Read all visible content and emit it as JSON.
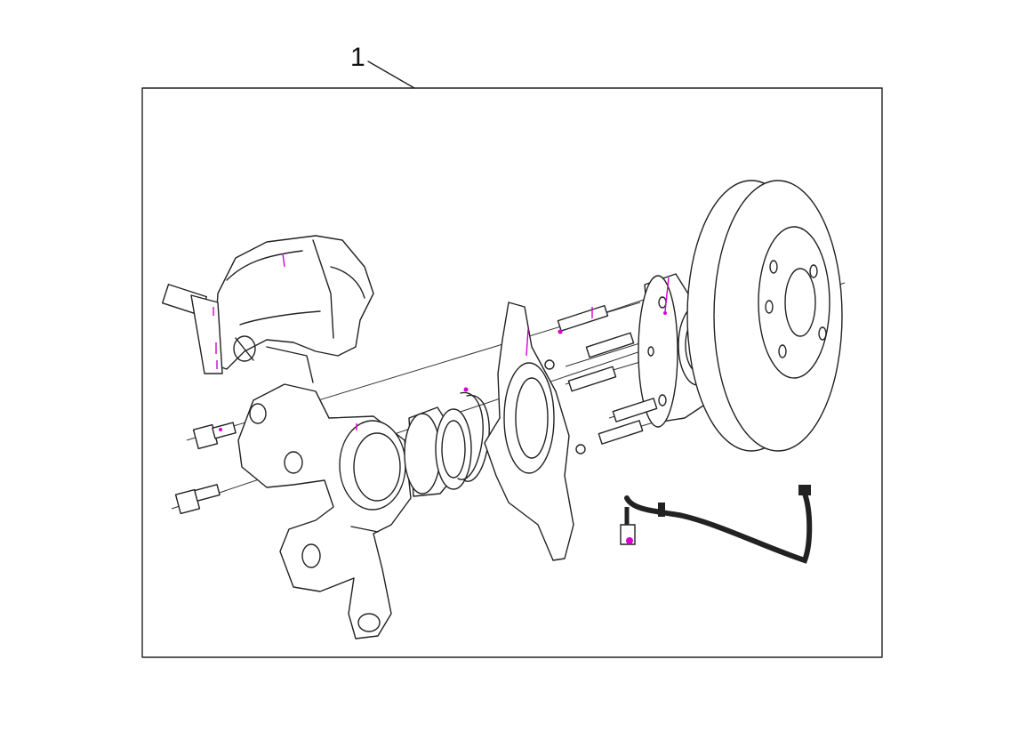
{
  "callout": {
    "label": "1"
  },
  "colors": {
    "line": "#222222",
    "background": "#ffffff",
    "marker": "#d400d4",
    "hose": "#222222"
  },
  "parts": [
    "brake-caliper",
    "steering-knuckle",
    "knuckle-bolt",
    "wheel-bearing",
    "snap-ring",
    "dust-shield",
    "wheel-hub",
    "wheel-stud",
    "brake-disc",
    "brake-hose"
  ]
}
